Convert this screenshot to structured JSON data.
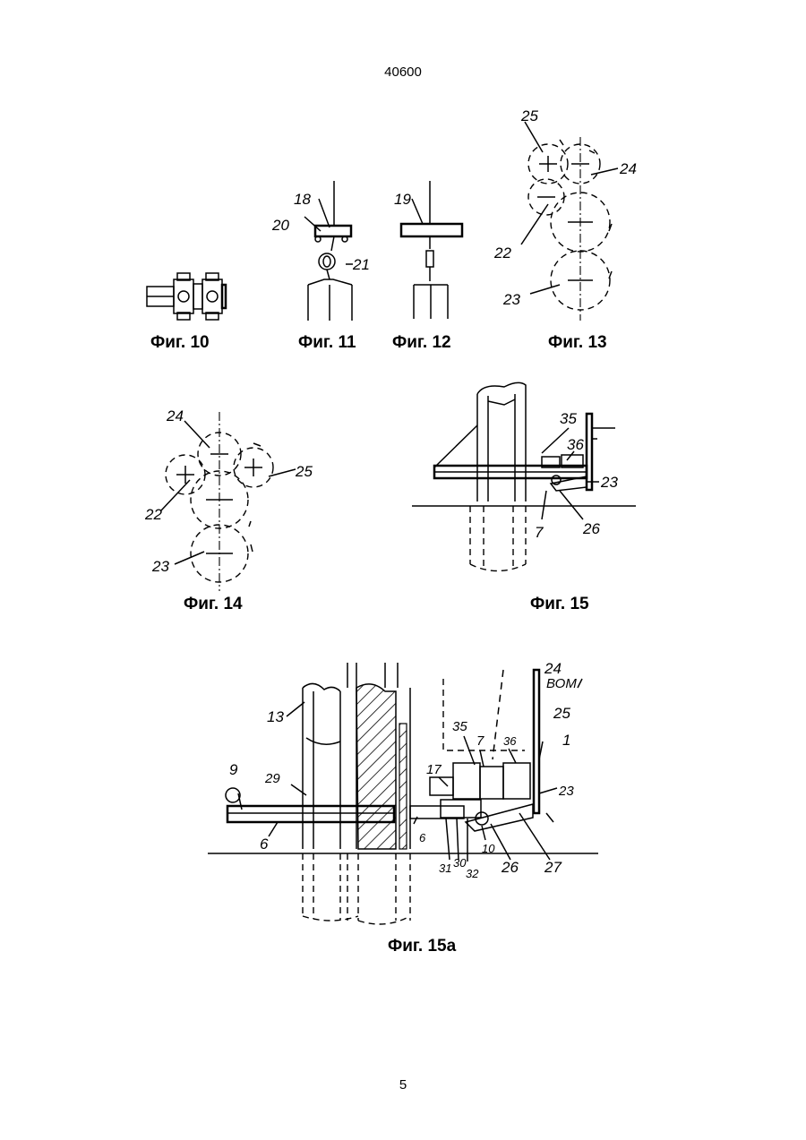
{
  "header": {
    "doc_number": "40600"
  },
  "footer": {
    "page_number": "5"
  },
  "figures": {
    "fig10": {
      "caption": "Фиг. 10"
    },
    "fig11": {
      "caption": "Фиг. 11",
      "labels": [
        "18",
        "20",
        "21"
      ]
    },
    "fig12": {
      "caption": "Фиг. 12",
      "labels": [
        "19"
      ]
    },
    "fig13": {
      "caption": "Фиг. 13",
      "labels": [
        "25",
        "24",
        "22",
        "23"
      ]
    },
    "fig14": {
      "caption": "Фиг. 14",
      "labels": [
        "24",
        "25",
        "22",
        "23"
      ]
    },
    "fig15": {
      "caption": "Фиг. 15",
      "labels": [
        "35",
        "36",
        "23",
        "7",
        "26"
      ]
    },
    "fig15a": {
      "caption": "Фиг. 15а",
      "labels": [
        "24",
        "ВОМ",
        "25",
        "1",
        "13",
        "35",
        "7",
        "36",
        "17",
        "9",
        "29",
        "23",
        "6",
        "6",
        "31",
        "30",
        "32",
        "10",
        "26",
        "27"
      ]
    }
  }
}
